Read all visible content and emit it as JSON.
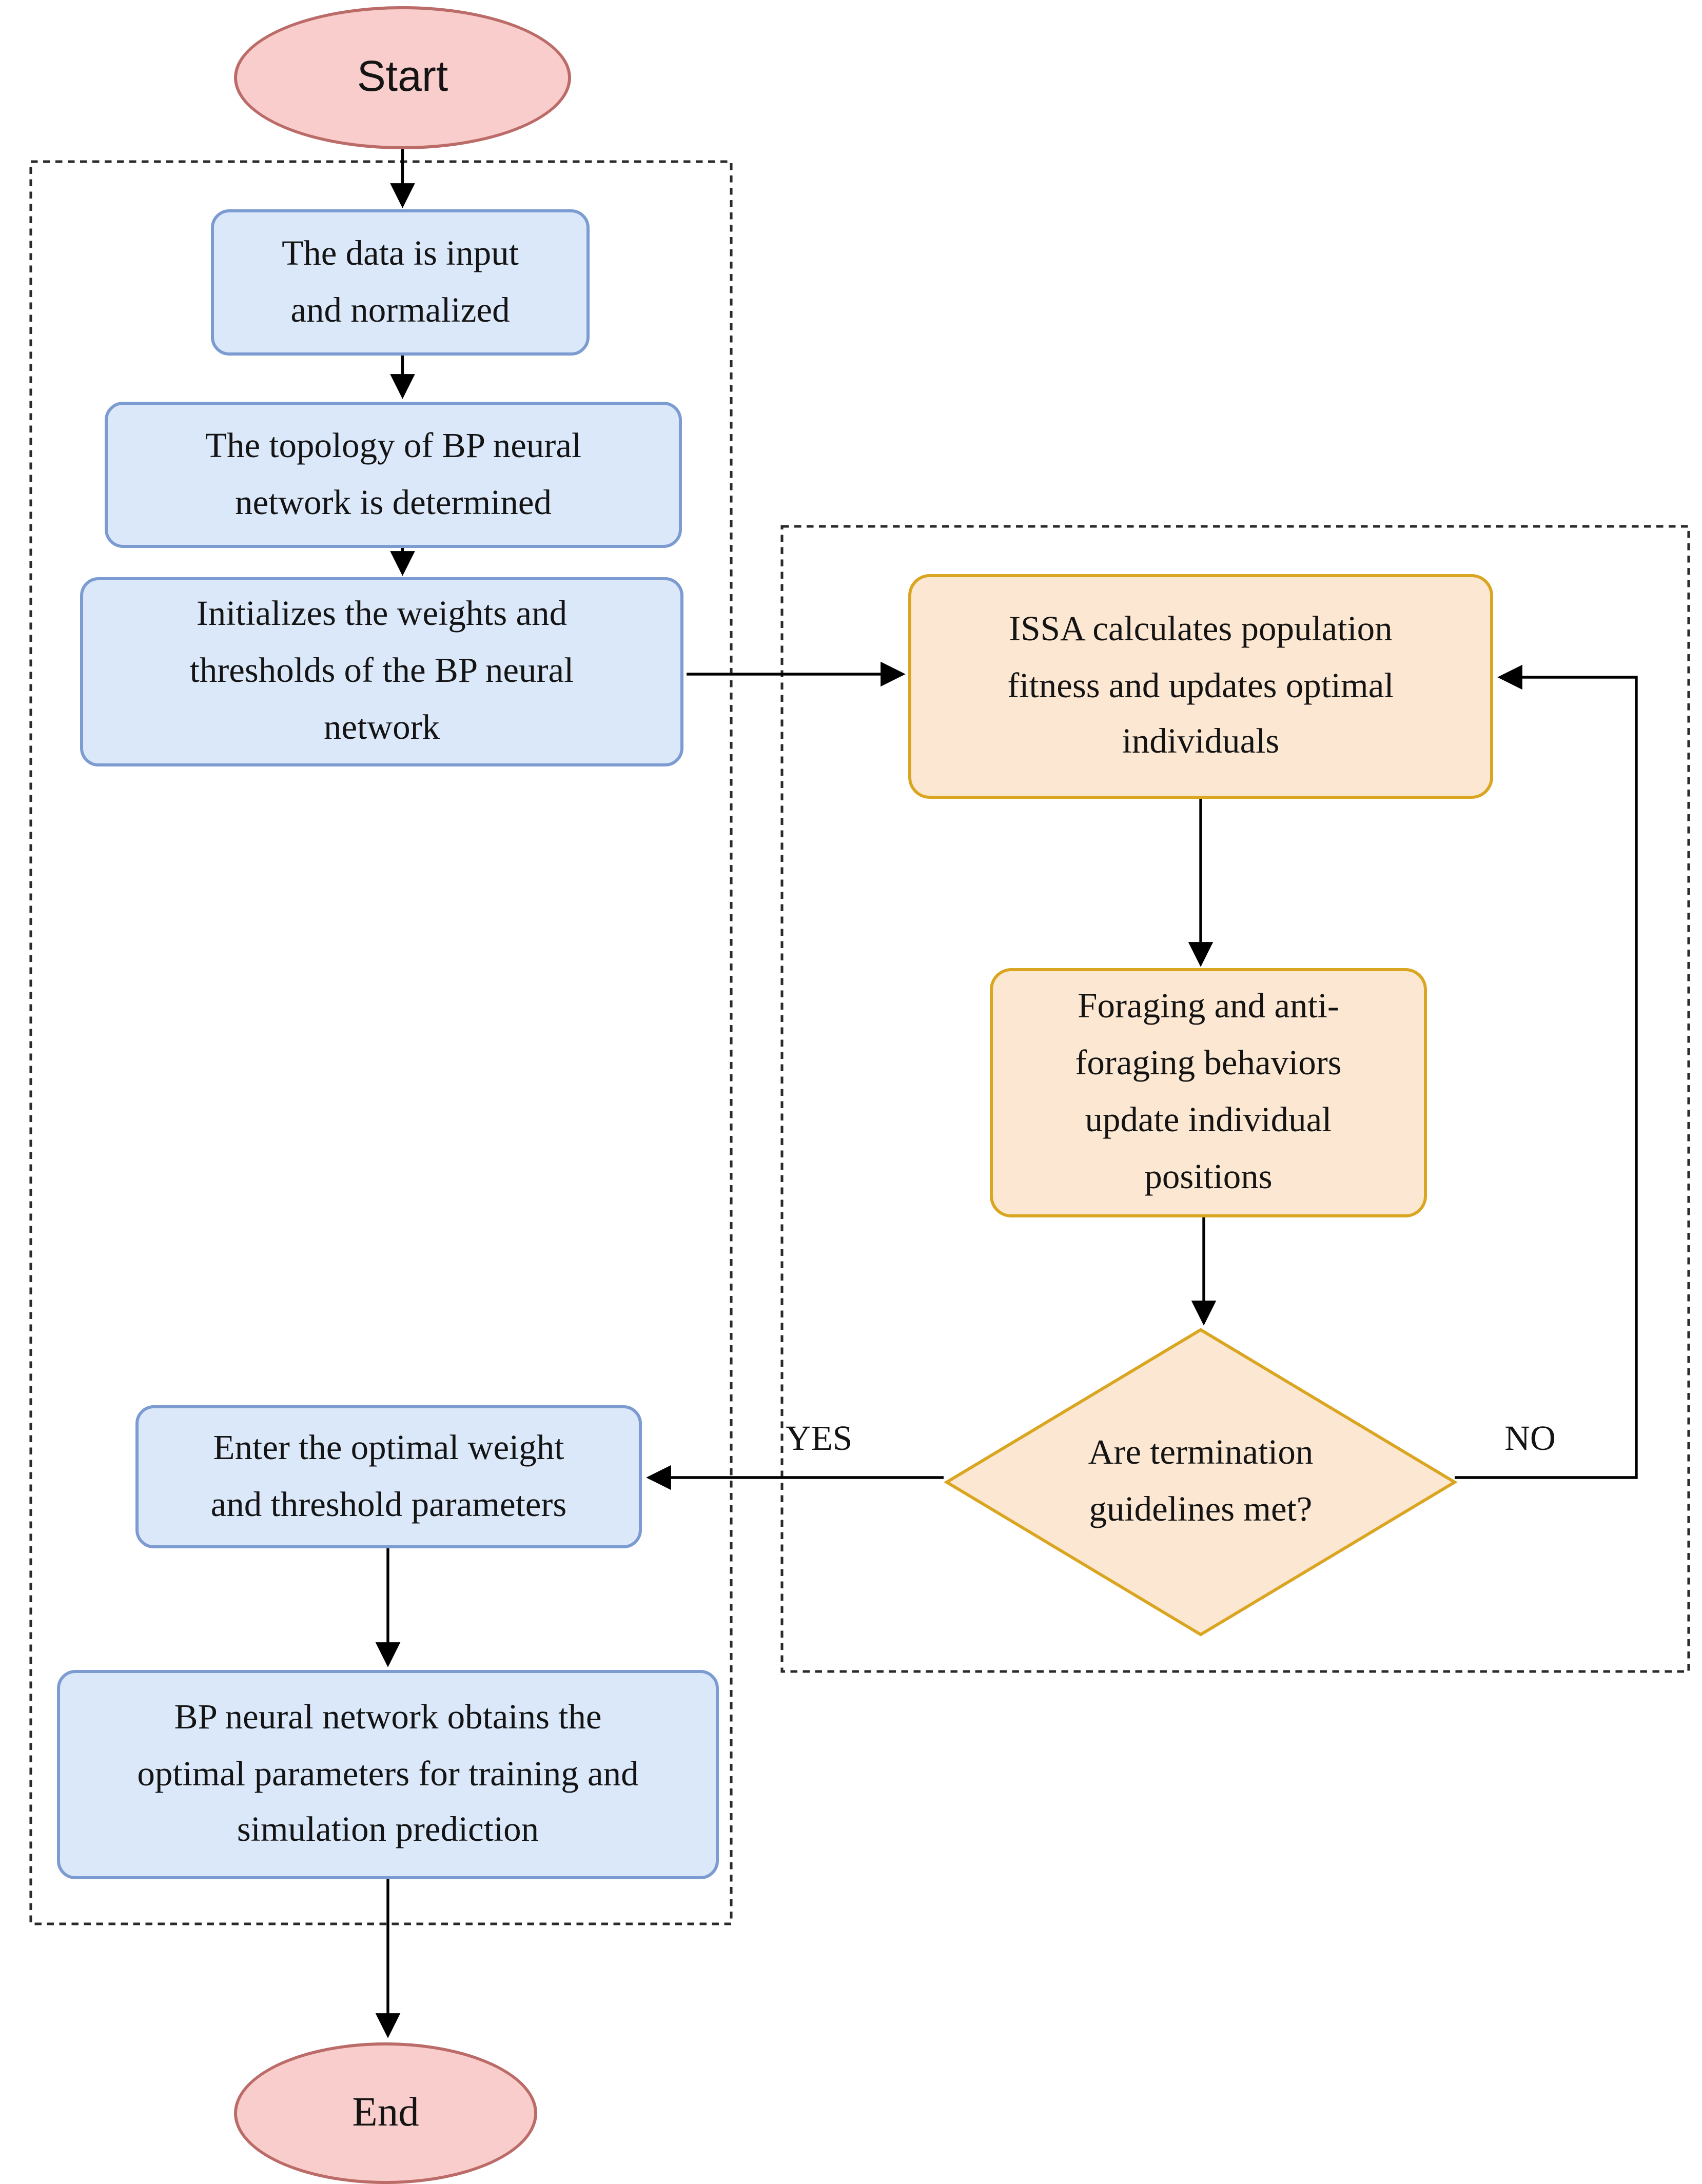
{
  "colors": {
    "terminator_fill": "#f8cdcb",
    "terminator_stroke": "#bb6b68",
    "process_fill": "#dbe8fa",
    "process_stroke": "#7b9bd1",
    "optimizer_fill": "#fce8d2",
    "optimizer_stroke": "#daa520",
    "container_stroke": "#2a2a2a",
    "arrow": "#000000",
    "text": "#141414"
  },
  "nodes": {
    "start": {
      "label": "Start"
    },
    "data_input": {
      "label": "The data is input\nand normalized"
    },
    "topology": {
      "label": "The topology of BP neural\nnetwork is determined"
    },
    "initialize": {
      "label": "Initializes the weights and\nthresholds of the BP neural\nnetwork"
    },
    "issa_fitness": {
      "label": "ISSA calculates population\nfitness and updates optimal\nindividuals"
    },
    "foraging": {
      "label": "Foraging and anti-\nforaging behaviors\nupdate individual\npositions"
    },
    "termination": {
      "label": "Are termination\nguidelines met?"
    },
    "enter_params": {
      "label": "Enter the optimal weight\nand threshold parameters"
    },
    "bp_training": {
      "label": "BP neural network obtains the\noptimal parameters for training and\nsimulation prediction"
    },
    "end": {
      "label": "End"
    }
  },
  "edge_labels": {
    "yes": "YES",
    "no": "NO"
  }
}
